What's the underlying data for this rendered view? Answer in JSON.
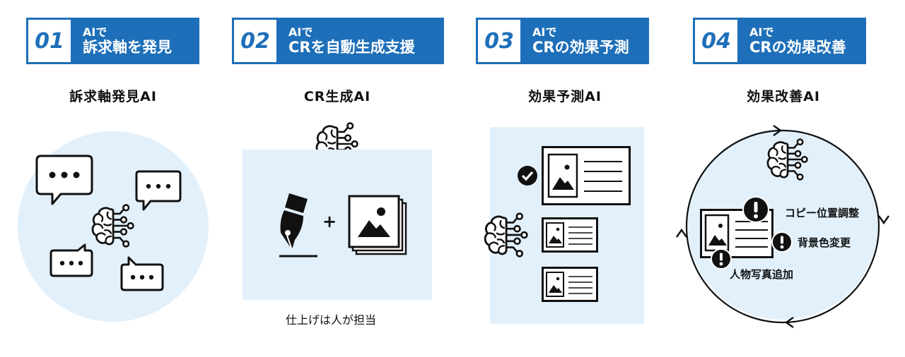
{
  "steps": [
    {
      "num": "01",
      "line1": "AIで",
      "line2": "訴求軸を発見",
      "title": "訴求軸発見AI"
    },
    {
      "num": "02",
      "line1": "AIで",
      "line2": "CRを自動生成支援",
      "title": "CR生成AI"
    },
    {
      "num": "03",
      "line1": "AIで",
      "line2": "CRの効果予測",
      "title": "効果予測AI"
    },
    {
      "num": "04",
      "line1": "AIで",
      "line2": "CRの効果改善",
      "title": "効果改善AI"
    }
  ],
  "col2": {
    "plus": "+",
    "caption": "仕上げは人が担当"
  },
  "col4": {
    "items": [
      "コピー位置調整",
      "背景色変更",
      "人物写真追加"
    ]
  },
  "colors": {
    "accent": "#1e6fb9",
    "panel": "#e2f0fb",
    "icon": "#111111"
  },
  "icons": [
    "brain-circuit-icon",
    "speech-bubble-icon",
    "fountain-pen-icon",
    "image-stack-icon",
    "check-circle-icon",
    "exclamation-icon",
    "cycle-arrow-icon"
  ]
}
